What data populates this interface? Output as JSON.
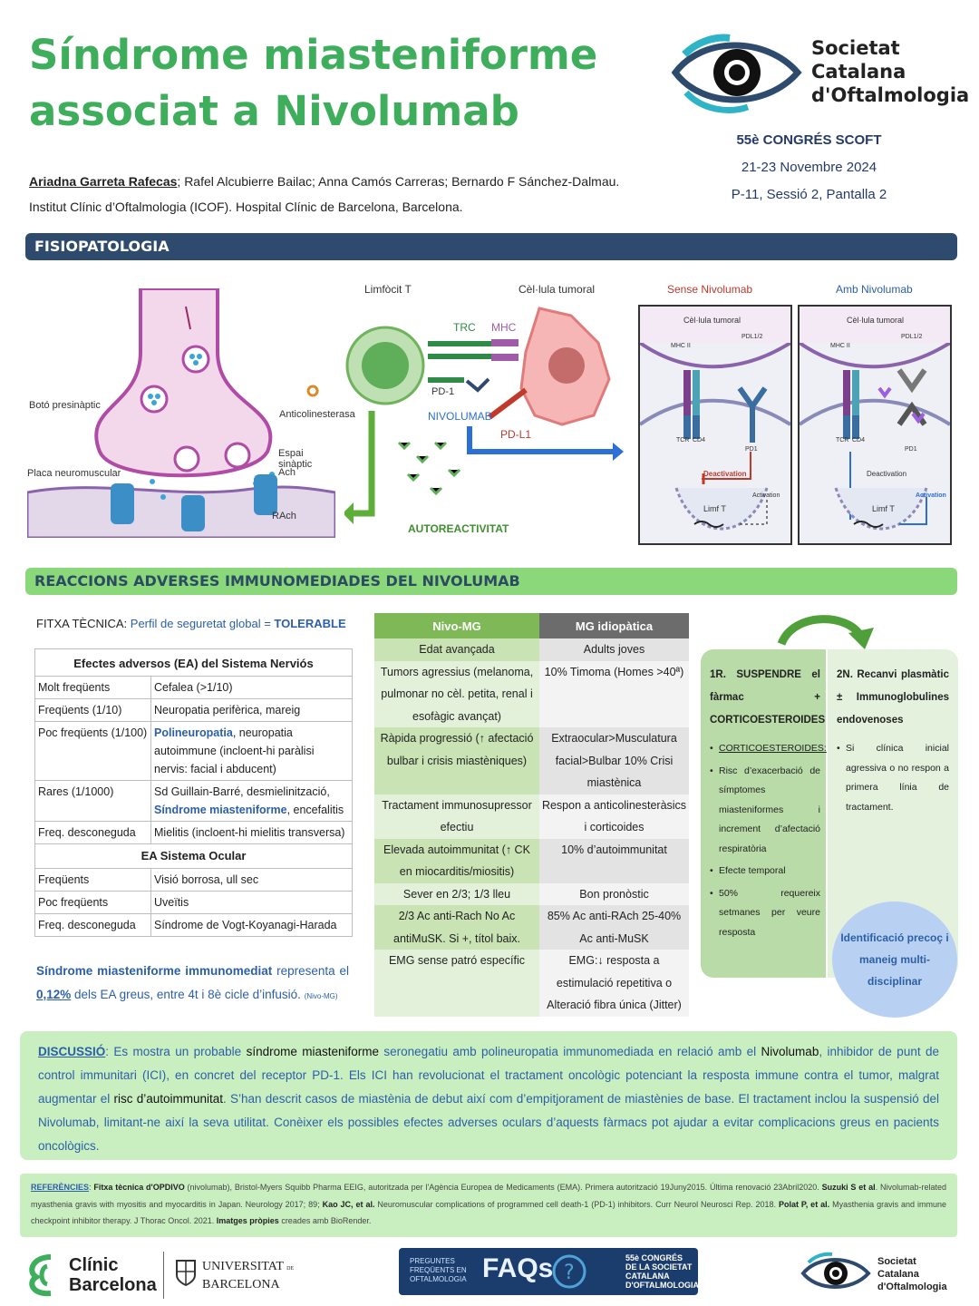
{
  "header": {
    "title_line1": "Síndrome miasteniforme",
    "title_line2": "associat a Nivolumab",
    "first_author": "Ariadna Garreta Rafecas",
    "other_authors": "; Rafel Alcubierre Bailac; Anna Camós Carreras; Bernardo F Sánchez-Dalmau.",
    "institution": "Institut Clínic d’Oftalmologia (ICOF). Hospital Clínic de Barcelona, Barcelona.",
    "logo_line1": "Societat",
    "logo_line2": "Catalana",
    "logo_line3": "d'Oftalmologia",
    "congress": "55è CONGRÉS SCOFT",
    "dates": "21-23 Novembre 2024",
    "session": "P-11, Sessió 2, Pantalla 2"
  },
  "sections": {
    "fisiopatologia": "FISIOPATOLOGIA",
    "reaccions": "REACCIONS ADVERSES IMMUNOMEDIADES DEL NIVOLUMAB"
  },
  "figure1": {
    "boto": "Botó presinàptic",
    "placa": "Placa neuromuscular",
    "anticol": "Anticolinesterasa",
    "espai": "Espai sinàptic",
    "ach": "Ach",
    "rach": "RAch"
  },
  "figure2": {
    "limfocit": "Limfòcit T",
    "cellula": "Cèl·lula tumoral",
    "trc": "TRC",
    "mhc": "MHC",
    "pd1": "PD-1",
    "nivolumab": "NIVOLUMAB",
    "pdl1": "PD-L1",
    "autoreactivitat": "AUTOREACTIVITAT"
  },
  "figure3": {
    "sense": "Sense Nivolumab",
    "amb": "Amb Nivolumab",
    "cell_top": "Cèl·lula tumoral",
    "mhc2": "MHC II",
    "pdl12": "PDL1/2",
    "tcr": "TCR",
    "cd4": "CD4",
    "pd1": "PD1",
    "deactivation": "Deactivation",
    "activation": "Activation",
    "limf": "Limf T"
  },
  "fitxa": {
    "label": "FITXA TÈCNICA: ",
    "value": "Perfil de seguretat global = ",
    "tolerable": "TOLERABLE"
  },
  "ea_table": {
    "header": "Efectes adversos (EA) del Sistema Nerviós",
    "rows": [
      {
        "freq": "Molt freqüents",
        "effect": "Cefalea (>1/10)"
      },
      {
        "freq": "Freqüents (1/10)",
        "effect": "Neuropatia perifèrica, mareig"
      },
      {
        "freq": "Poc freqüents (1/100)",
        "effect_blue": "Polineuropatia",
        "effect": ", neuropatia autoimmune (incloent-hi paràlisi nervis: facial i abducent)"
      },
      {
        "freq": "Rares (1/1000)",
        "effect": "Sd Guillain-Barré, desmielinització, ",
        "effect_blue": "Síndrome miasteniforme",
        "effect_tail": ", encefalitis"
      },
      {
        "freq": "Freq. desconeguda",
        "effect": "Mielitis (incloent-hi mielitis transversa)"
      }
    ],
    "header2": "EA Sistema Ocular",
    "rows2": [
      {
        "freq": "Freqüents",
        "effect": "Visió borrosa, ull sec"
      },
      {
        "freq": "Poc freqüents",
        "effect": "Uveïtis"
      },
      {
        "freq": "Freq. desconeguda",
        "effect": "Síndrome de Vogt-Koyanagi-Harada"
      }
    ]
  },
  "summary": {
    "part1": "Síndrome miasteniforme immunomediat",
    "part2": " representa el ",
    "part3": "0,12%",
    "part4": " dels EA greus",
    "part5": ", entre 4t i 8è cicle d’infusió. ",
    "part6": "(Nivo-MG)"
  },
  "comparison": {
    "col1": "Nivo-MG",
    "col2": "MG idiopàtica",
    "rows": [
      {
        "a": "Edat avançada",
        "b": "Adults joves"
      },
      {
        "a": "Tumors agressius (melanoma, pulmonar no cèl. petita, renal i esofàgic avançat)",
        "b": "10% Timoma (Homes >40ª)"
      },
      {
        "a": "Ràpida progressió (↑ afectació bulbar i crisis miastèniques)",
        "b": "Extraocular>Musculatura facial>Bulbar 10% Crisi miastènica"
      },
      {
        "a": "Tractament immunosupressor efectiu",
        "b": "Respon a anticolinesteràsics i corticoides"
      },
      {
        "a": "Elevada autoimmunitat (↑ CK en miocarditis/miositis)",
        "b": "10% d’autoimmunitat"
      },
      {
        "a": "Sever en 2/3;  1/3 lleu",
        "b": "Bon pronòstic"
      },
      {
        "a": "2/3 Ac anti-Rach No Ac antiMuSK. Si +, títol baix.",
        "b": "85% Ac anti-RAch 25-40% Ac anti-MuSK"
      },
      {
        "a": "EMG sense patró específic",
        "b": "EMG:↓ resposta a estimulació repetitiva o Alteració fibra única (Jitter)"
      }
    ]
  },
  "treatment": {
    "step1": "1R. SUSPENDRE el fàrmac + CORTICOESTEROIDES",
    "step1_items": [
      "CORTICOESTEROIDES:",
      "Risc d’exacerbació de símptomes miasteniformes i increment d’afectació respiratòria",
      "Efecte temporal",
      "50% requereix setmanes per veure resposta"
    ],
    "step2": "2N. Recanvi plasmàtic ± Immunoglobulines endovenoses",
    "step2_items": [
      "Si clínica inicial agressiva o no respon a primera línia de tractament."
    ],
    "circle": "Identificació precoç i maneig multi-disciplinar"
  },
  "discussion": {
    "label": "DISCUSSIÓ",
    "t1": ": Es mostra un probable ",
    "k1": "síndrome miasteniforme",
    "t2": " seronegatiu amb polineuropatia immunomediada en relació amb el ",
    "k2": "Nivolumab",
    "t3": ", inhibidor de punt de control immunitari (ICI), en concret del receptor PD-1. Els ICI han revolucionat el tractament oncològic potenciant la resposta immune contra el tumor, malgrat augmentar el ",
    "k3": "risc d’autoimmunitat",
    "t4": ". S’han descrit casos de miastènia de debut així com d’empitjorament de miastènies de base. El tractament inclou la suspensió del Nivolumab, limitant-ne així la seva utilitat. Conèixer els possibles efectes adverses oculars d’aquests fàrmacs pot ajudar a evitar complicacions greus en pacients oncològics."
  },
  "references": {
    "label": "REFERÈNCIES",
    "r1b": "Fitxa tècnica d'OPDIVO",
    "r1": " (nivolumab), Bristol-Myers Squibb Pharma EEIG, autoritzada per l'Agència Europea de Medicaments (EMA). Primera autorització 19Juny2015. Última renovació 23Abril2020. ",
    "r2b": "Suzuki S et al",
    "r2": ". Nivolumab-related myasthenia gravis with myositis and myocarditis in Japan. Neurology 2017; 89; ",
    "r3b": "Kao JC, et al.",
    "r3": " Neuromuscular complications of programmed cell death-1 (PD-1) inhibitors. Curr Neurol Neurosci Rep. 2018. ",
    "r4b": "Polat P, et al.",
    "r4": " Myasthenia gravis and immune checkpoint inhibitor therapy. J Thorac Oncol. 2021. ",
    "r5b": "Imatges pròpies",
    "r5": " creades amb BioRender."
  },
  "footer": {
    "clinic1": "Clínic",
    "clinic2": "Barcelona",
    "ub1": "UNIVERSITAT",
    "ub_de": "DE",
    "ub2": "BARCELONA",
    "faq1": "PREGUNTES",
    "faq2": "FREQÜENTS EN",
    "faq3": "OFTALMOLOGIA",
    "faq_big": "FAQs",
    "faq_c1": "55è CONGRÉS",
    "faq_c2": "DE LA SOCIETAT",
    "faq_c3": "CATALANA",
    "faq_c4": "D'OFTALMOLOGIA",
    "scoft1": "Societat",
    "scoft2": "Catalana",
    "scoft3": "d'Oftalmologia"
  },
  "colors": {
    "title_green": "#3fae5c",
    "navy": "#2e4a6c",
    "section_green": "#8bd87a",
    "blue_text": "#2c5fa8"
  }
}
